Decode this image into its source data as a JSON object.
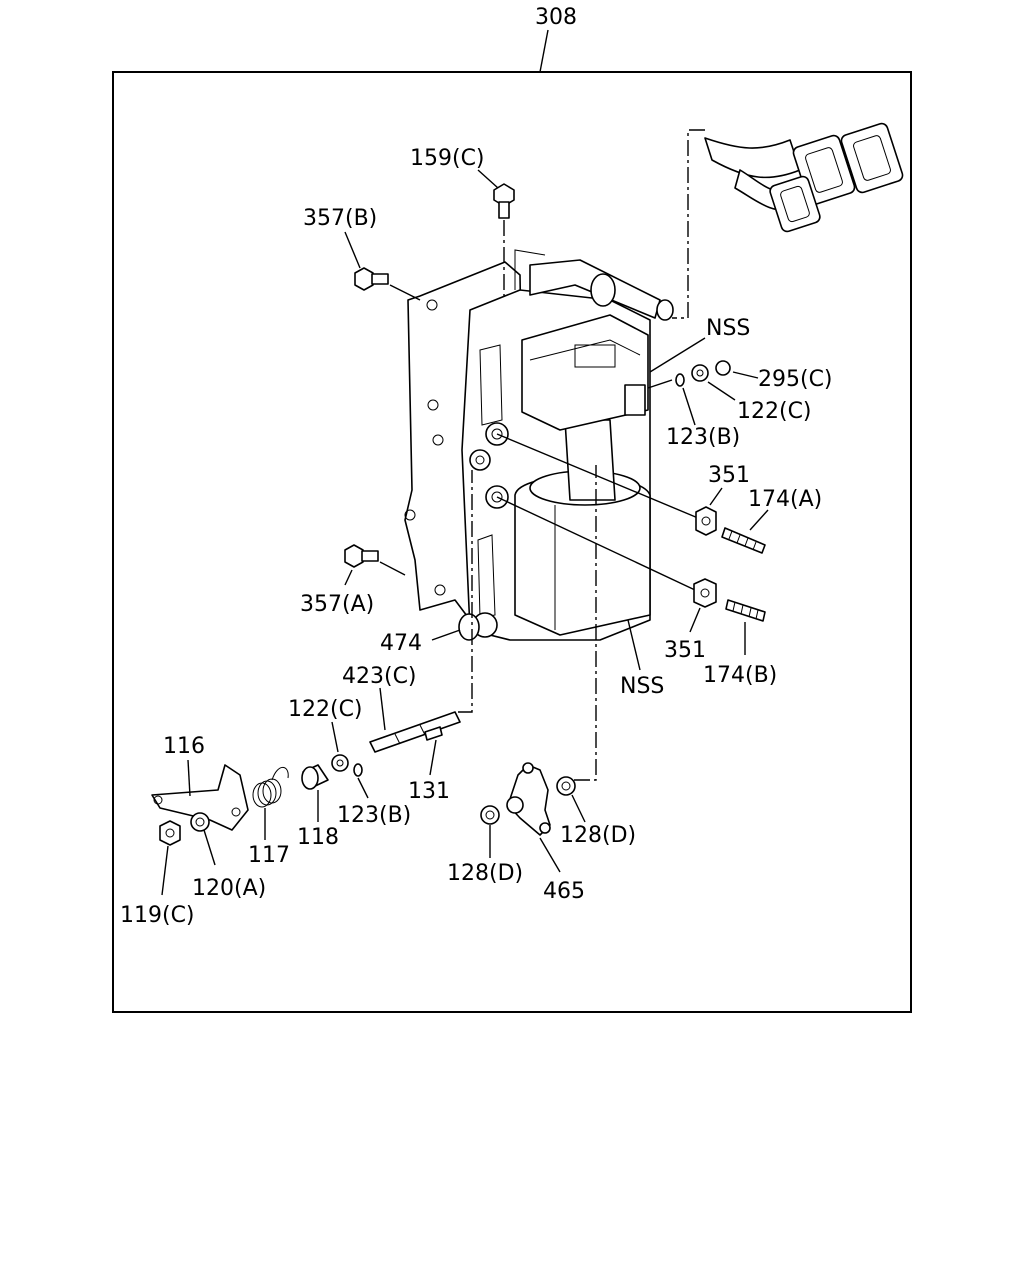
{
  "assembly_number": "308",
  "labels": {
    "l159c": "159(C)",
    "l357b": "357(B)",
    "nss_top": "NSS",
    "l295c": "295(C)",
    "l122c_right": "122(C)",
    "l123b_right": "123(B)",
    "l351_top": "351",
    "l174a": "174(A)",
    "l357a": "357(A)",
    "l474": "474",
    "l351_bottom": "351",
    "l174b": "174(B)",
    "nss_bottom": "NSS",
    "l423c": "423(C)",
    "l122c_left": "122(C)",
    "l116": "116",
    "l131": "131",
    "l123b_left": "123(B)",
    "l117": "117",
    "l118": "118",
    "l128d_right": "128(D)",
    "l128d_left": "128(D)",
    "l120a": "120(A)",
    "l465": "465",
    "l119c": "119(C)"
  }
}
